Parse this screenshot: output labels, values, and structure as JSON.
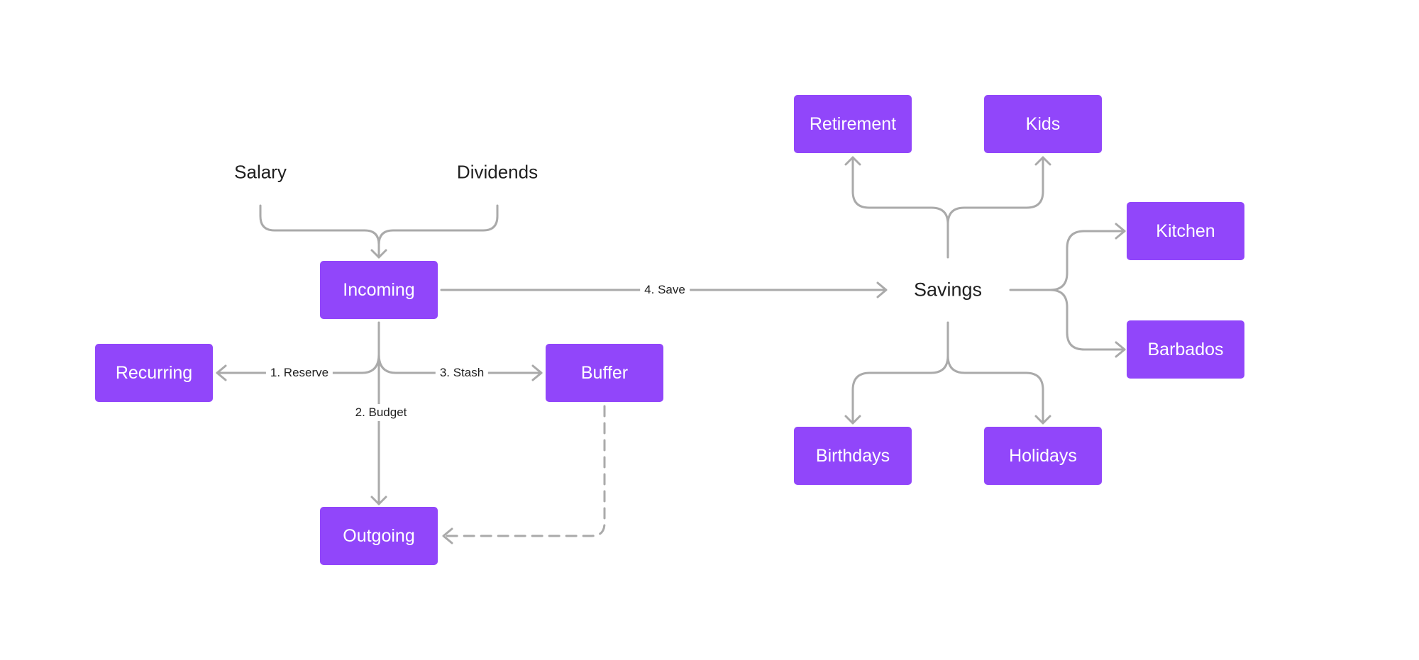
{
  "colors": {
    "node_fill": "#9146FA",
    "node_text": "#FFFFFF",
    "connector": "#AAAAAA",
    "plain_text": "#1F1F1F"
  },
  "sources": {
    "salary": "Salary",
    "dividends": "Dividends"
  },
  "nodes": {
    "incoming": "Incoming",
    "recurring": "Recurring",
    "buffer": "Buffer",
    "outgoing": "Outgoing",
    "retirement": "Retirement",
    "kids": "Kids",
    "kitchen": "Kitchen",
    "barbados": "Barbados",
    "birthdays": "Birthdays",
    "holidays": "Holidays"
  },
  "hub": {
    "savings": "Savings"
  },
  "edges": {
    "reserve": "1. Reserve",
    "budget": "2. Budget",
    "stash": "3. Stash",
    "save": "4. Save"
  }
}
